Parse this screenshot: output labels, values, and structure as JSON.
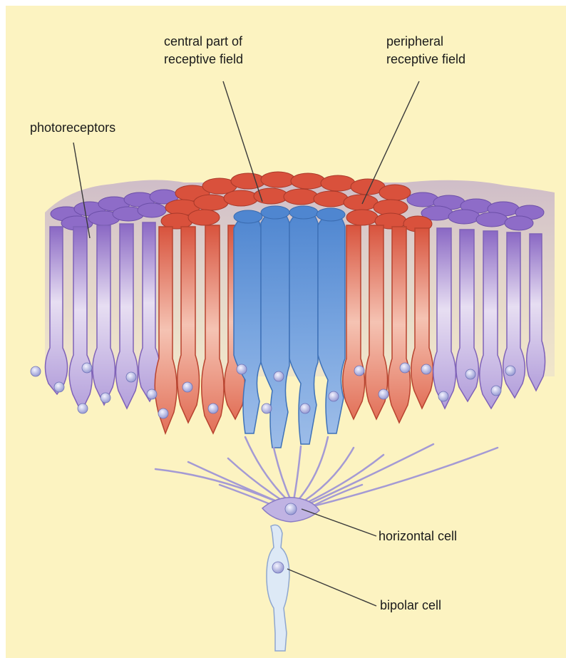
{
  "labels": {
    "central_line1": "central part of",
    "central_line2": "receptive field",
    "peripheral_line1": "peripheral",
    "peripheral_line2": "receptive field",
    "photoreceptors": "photoreceptors",
    "horizontal_cell": "horizontal cell",
    "bipolar_cell": "bipolar cell"
  },
  "colors": {
    "background": "#fcf3c1",
    "photoreceptor_purple": "#8a68c4",
    "peripheral_red": "#d8533d",
    "central_blue": "#5a8ed2",
    "neuron_lilac": "#b3a9dc",
    "leader_line": "#3a3a3a"
  }
}
